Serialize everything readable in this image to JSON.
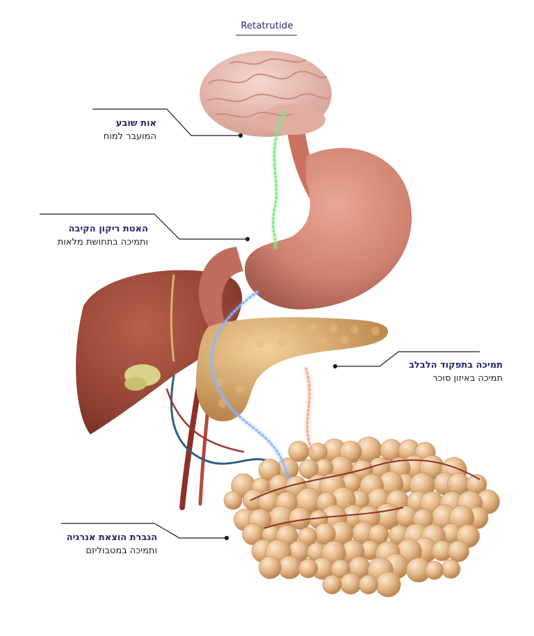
{
  "title": "Retatrutide",
  "colors": {
    "navy": "#1f2a6b",
    "satiety_signal": "#7ee87e",
    "blue_signal": "#7ba7ff",
    "orange_signal": "#f2a08a",
    "stomach": "#d48a76",
    "liver": "#9a4a3a",
    "pancreas": "#d9a868",
    "fat": "#e7c39a",
    "brain": "#e8bdb3"
  },
  "labels": [
    {
      "id": "satiety",
      "head": "אות שובע",
      "sub": "המועבר למוח"
    },
    {
      "id": "gastric",
      "head": "האטת ריקון הקיבה",
      "sub": "ותמיכה בתחושת מלאות"
    },
    {
      "id": "pancreas",
      "head": "תמיכה בתפקוד הלבלב",
      "sub": "תמיכה באיזון סוכר"
    },
    {
      "id": "energy",
      "head": "הגברת הוצאת אנרגיה",
      "sub": "ותמיכה במטבוליזם"
    }
  ]
}
